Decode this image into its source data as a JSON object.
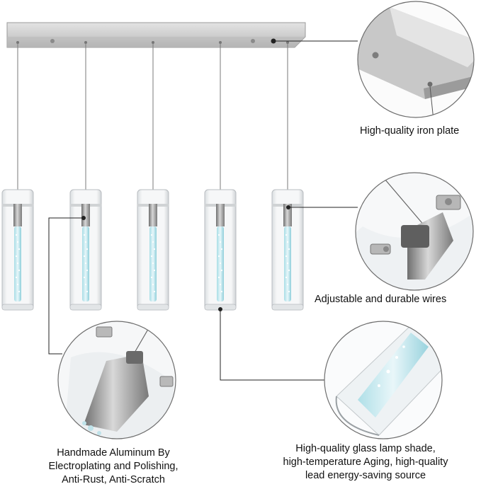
{
  "callouts": {
    "iron_plate": "High-quality iron plate",
    "wires": "Adjustable and durable wires",
    "aluminum": [
      "Handmade Aluminum By",
      "Electroplating and Polishing,",
      "Anti-Rust, Anti-Scratch"
    ],
    "glass": [
      "High-quality glass lamp shade,",
      "high-temperature Aging, high-quality",
      "lead energy-saving source"
    ]
  },
  "colors": {
    "metal": "#c9c9c9",
    "metal_dark": "#8f8f8f",
    "glass_edge": "#b8bcc0",
    "crystal": "#bfe3ea",
    "leader_line": "#222222"
  },
  "lamp_count": 5
}
